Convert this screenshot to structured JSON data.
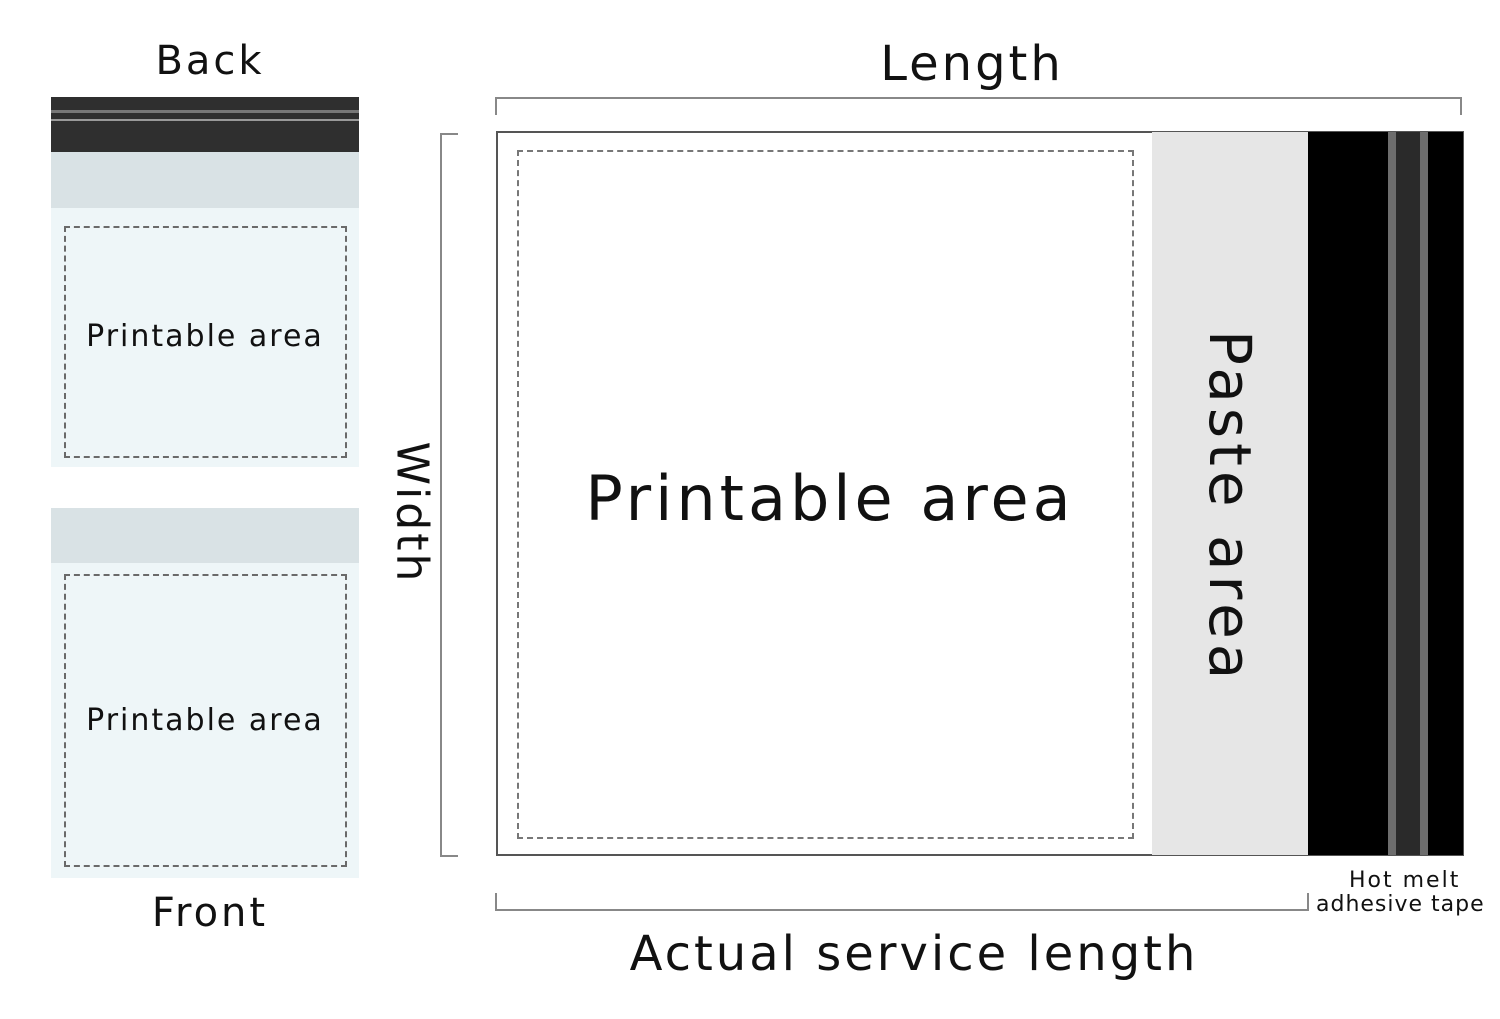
{
  "labels": {
    "back": "Back",
    "front": "Front",
    "length": "Length",
    "width": "Width",
    "actual_service_length": "Actual service length",
    "hot_melt_line1": "Hot melt",
    "hot_melt_line2": "adhesive tape",
    "printable_area": "Printable area",
    "paste_area": "Paste area"
  },
  "colors": {
    "panel_bg": "#eef6f8",
    "flap": "#d9e2e5",
    "seal_dark": "#2f2f2f",
    "paste_area": "#e6e6e6",
    "tape": "#000000",
    "dashed_border": "#6a6a6a",
    "bracket": "#888888"
  }
}
